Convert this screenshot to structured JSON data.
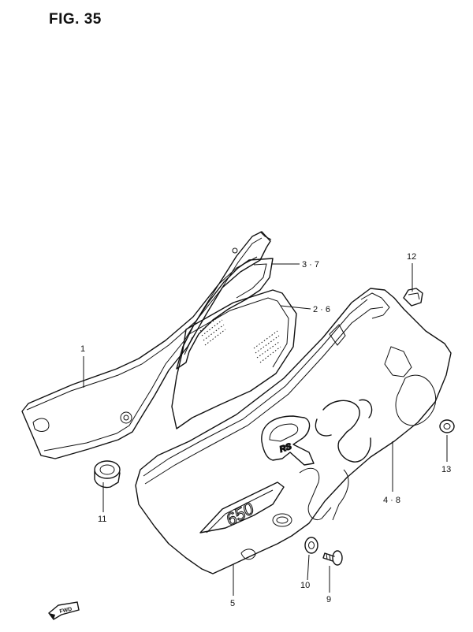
{
  "figure": {
    "title": "FIG. 35",
    "fwd_label": "FWD"
  },
  "callouts": [
    {
      "id": "c1",
      "label": "1"
    },
    {
      "id": "c37",
      "label": "3 · 7"
    },
    {
      "id": "c26",
      "label": "2 · 6"
    },
    {
      "id": "c12",
      "label": "12"
    },
    {
      "id": "c13",
      "label": "13"
    },
    {
      "id": "c48",
      "label": "4 · 8"
    },
    {
      "id": "c11",
      "label": "11"
    },
    {
      "id": "c5",
      "label": "5"
    },
    {
      "id": "c10",
      "label": "10"
    },
    {
      "id": "c9",
      "label": "9"
    }
  ],
  "emblem": {
    "model_text": "RS",
    "displacement_text": "650"
  }
}
